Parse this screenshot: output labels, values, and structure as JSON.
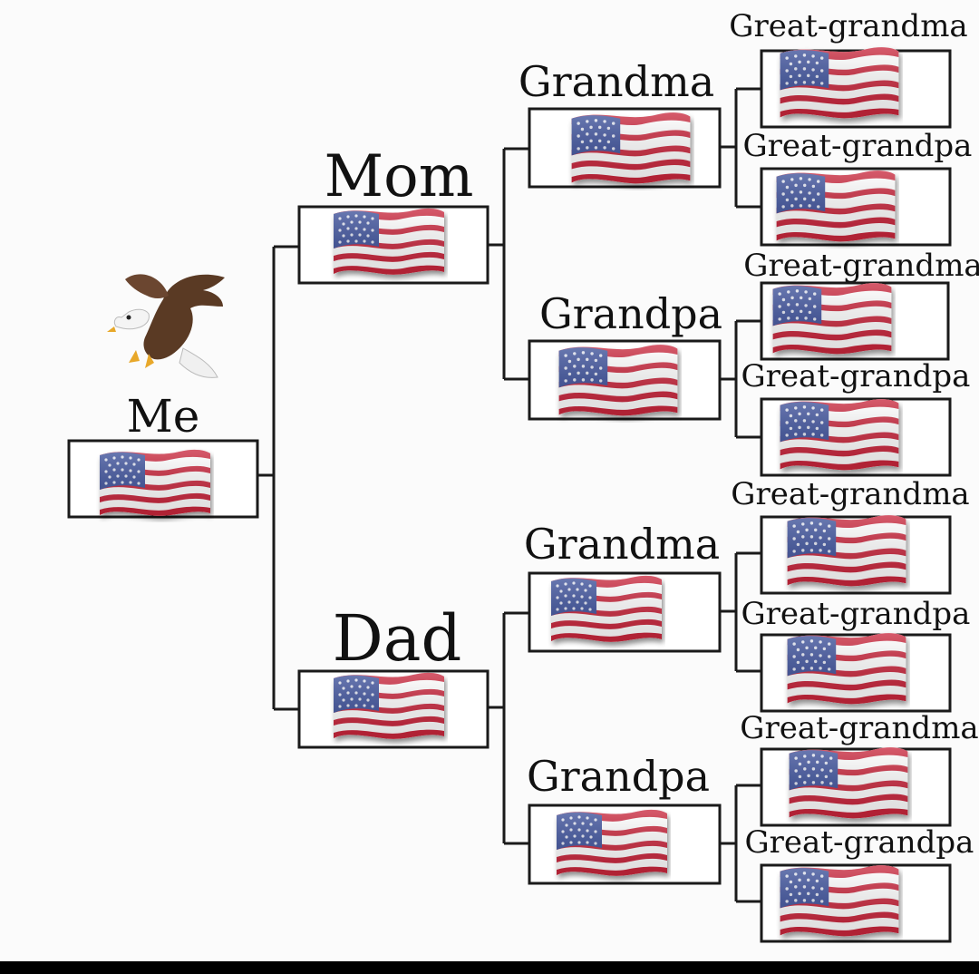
{
  "tree": {
    "me": {
      "label": "Me"
    },
    "mom": {
      "label": "Mom"
    },
    "dad": {
      "label": "Dad"
    },
    "mom_grandma": {
      "label": "Grandma"
    },
    "mom_grandpa": {
      "label": "Grandpa"
    },
    "dad_grandma": {
      "label": "Grandma"
    },
    "dad_grandpa": {
      "label": "Grandpa"
    },
    "gg1": {
      "label": "Great-grandma"
    },
    "gg2": {
      "label": "Great-grandpa"
    },
    "gg3": {
      "label": "Great-grandma"
    },
    "gg4": {
      "label": "Great-grandpa"
    },
    "gg5": {
      "label": "Great-grandma"
    },
    "gg6": {
      "label": "Great-grandpa"
    },
    "gg7": {
      "label": "Great-grandma"
    },
    "gg8": {
      "label": "Great-grandpa"
    }
  },
  "icons": {
    "flag": "us-flag-icon",
    "eagle": "eagle-icon"
  },
  "colors": {
    "flag_red": "#c8243a",
    "flag_blue": "#3b4f9a",
    "line": "#1a1a1a",
    "eagle_brown": "#5a3a24"
  }
}
